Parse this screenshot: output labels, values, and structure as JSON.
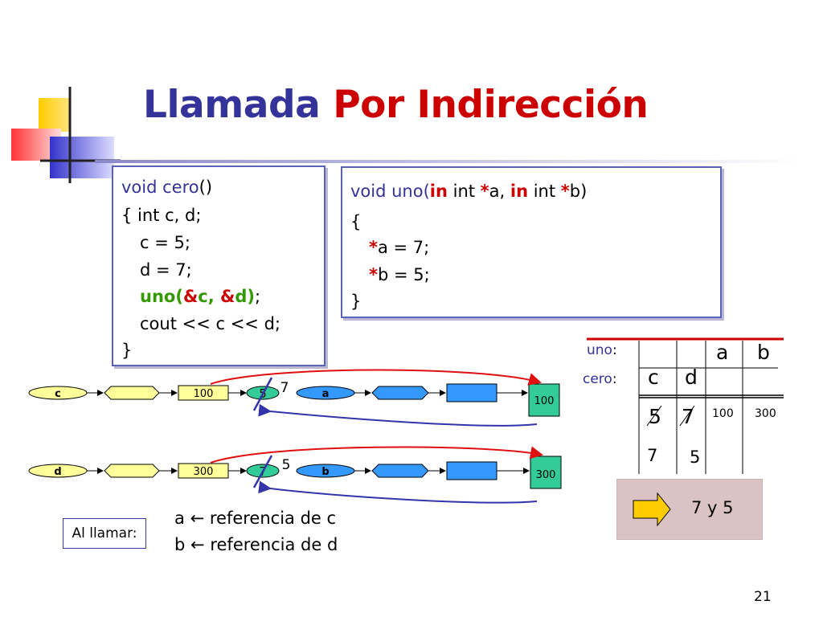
{
  "slide": {
    "title_part1": "Llamada",
    "title_part2": "Por Indirección",
    "page_number": "21"
  },
  "code_cero": {
    "sig_void": "void",
    "sig_name": "cero",
    "sig_parens": "()",
    "line2": "{ int c, d;",
    "line3": "c = 5;",
    "line4": "d = 7;",
    "call_open": "uno(",
    "amp1": "&",
    "call_c": "c, ",
    "amp2": "&",
    "call_d": "d)",
    "call_semi": ";",
    "line6": "cout << c << d;",
    "line7": "}"
  },
  "code_uno": {
    "sig_void": "void uno(",
    "sig_in1": "in",
    "sig_int1": " int ",
    "sig_star1": "*",
    "sig_a": "a, ",
    "sig_in2": "in",
    "sig_int2": " int ",
    "sig_star2": "*",
    "sig_b": "b)",
    "line2": "{",
    "star3": "*",
    "line3": "a = 7;",
    "star4": "*",
    "line4": "b = 5;",
    "line5": "}"
  },
  "diagram": {
    "row1": {
      "node_c": "c",
      "addr_c": "100",
      "old_val": "5",
      "new_val": "7",
      "node_a": "a",
      "target": "100"
    },
    "row2": {
      "node_d": "d",
      "addr_d": "300",
      "old_val": "7",
      "new_val": "5",
      "node_b": "b",
      "target": "300"
    }
  },
  "stack_table": {
    "uno_label": "uno",
    "cero_label": "cero",
    "colon": ":",
    "col_a": "a",
    "col_b": "b",
    "col_c": "c",
    "col_d": "d",
    "c_old": "5",
    "d_old": "7",
    "a_val": "100",
    "b_val": "300",
    "c_new": "7",
    "d_new": "5"
  },
  "note": {
    "box_label": "Al llamar:",
    "line1_var": "a",
    "line1_text": "referencia de c",
    "line2_var": "b",
    "line2_text": "referencia de d",
    "arrow": "←"
  },
  "result": {
    "text": "7 y 5"
  },
  "colors": {
    "title_blue": "#333399",
    "title_red": "#cc0000",
    "code_green": "#339900",
    "node_yellow": "#ffff99",
    "node_blue": "#3399ff",
    "node_teal": "#33cc99",
    "arrow_red": "#e01010",
    "arrow_blue": "#3333aa"
  }
}
